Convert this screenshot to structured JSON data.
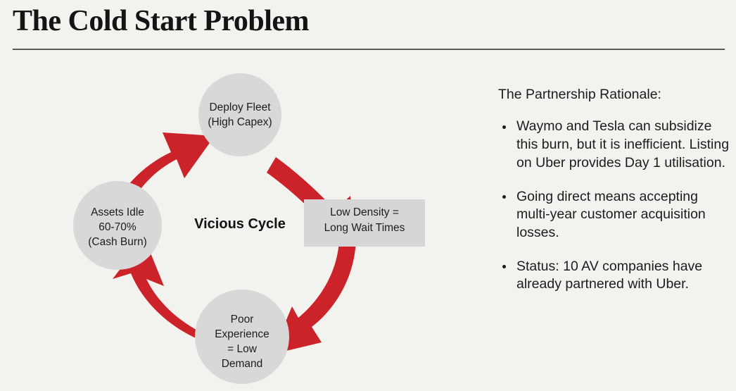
{
  "header": {
    "title": "The Cold Start Problem"
  },
  "diagram": {
    "center_label": "Vicious Cycle",
    "accent_color": "#cc2229",
    "node_fill": "#d8d8d8",
    "box_fill": "#d6d6d6",
    "nodes": [
      {
        "id": "deploy-fleet",
        "lines": [
          "Deploy Fleet",
          "(High Capex)"
        ]
      },
      {
        "id": "assets-idle",
        "lines": [
          "Assets Idle",
          "60-70%",
          "(Cash Burn)"
        ]
      },
      {
        "id": "poor-experience",
        "lines": [
          "Poor",
          "Experience",
          "= Low",
          "Demand"
        ]
      }
    ],
    "callout_box": {
      "id": "low-density",
      "lines": [
        "Low Density =",
        "Long Wait Times"
      ]
    },
    "arrows": [
      {
        "id": "arrow-deploy-to-density",
        "from": "deploy-fleet",
        "to": "low-density"
      },
      {
        "id": "arrow-density-to-poor",
        "from": "low-density",
        "to": "poor-experience"
      },
      {
        "id": "arrow-poor-to-assets",
        "from": "poor-experience",
        "to": "assets-idle"
      },
      {
        "id": "arrow-assets-to-deploy",
        "from": "assets-idle",
        "to": "deploy-fleet"
      }
    ]
  },
  "rationale": {
    "heading": "The Partnership Rationale:",
    "bullets": [
      "Waymo and Tesla can subsidize this burn, but it is inefficient. Listing on Uber provides Day 1 utilisation.",
      "Going direct means accepting multi-year customer acquisition losses.",
      "Status: 10 AV companies have already partnered with Uber."
    ]
  }
}
